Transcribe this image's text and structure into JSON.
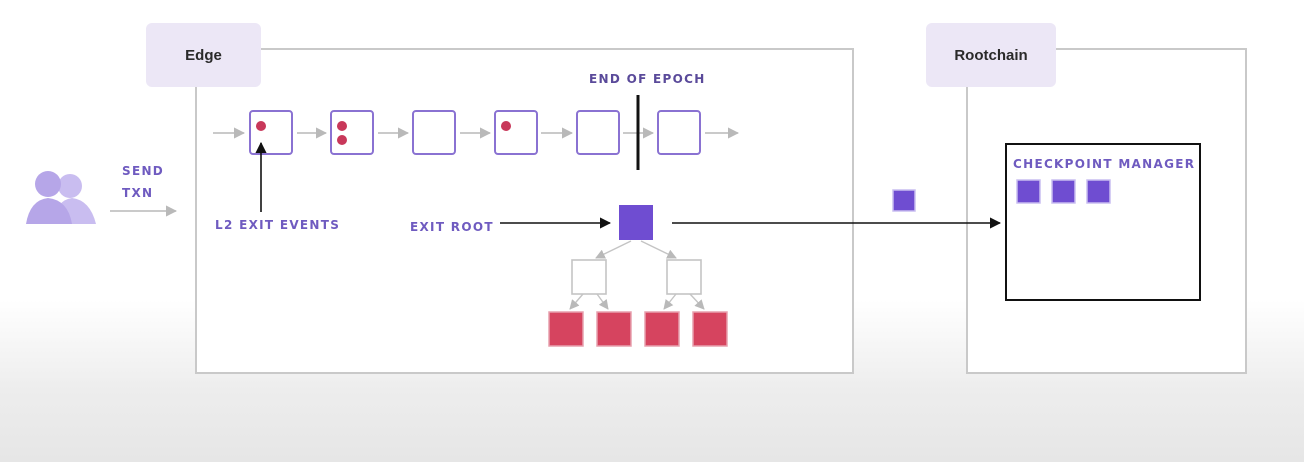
{
  "edge": {
    "title": "Edge"
  },
  "rootchain": {
    "title": "Rootchain"
  },
  "send_txn": {
    "line1": "SEND",
    "line2": "TXN"
  },
  "end_of_epoch": "END OF EPOCH",
  "l2_exit_events": "L2 EXIT EVENTS",
  "exit_root": "EXIT ROOT",
  "checkpoint_manager": {
    "title": "CHECKPOINT MANAGER"
  },
  "blocks": [
    {
      "events": 1
    },
    {
      "events": 2
    },
    {
      "events": 0
    },
    {
      "events": 1
    },
    {
      "events": 0
    },
    {
      "events": 0
    }
  ],
  "colors": {
    "purple": "#6f4dd1",
    "block_border": "#8a72d2",
    "event_dot": "#c8385a",
    "leaf": "#d6445f",
    "tab_bg": "#ece7f6",
    "user_icon": "#b6a6e8"
  }
}
